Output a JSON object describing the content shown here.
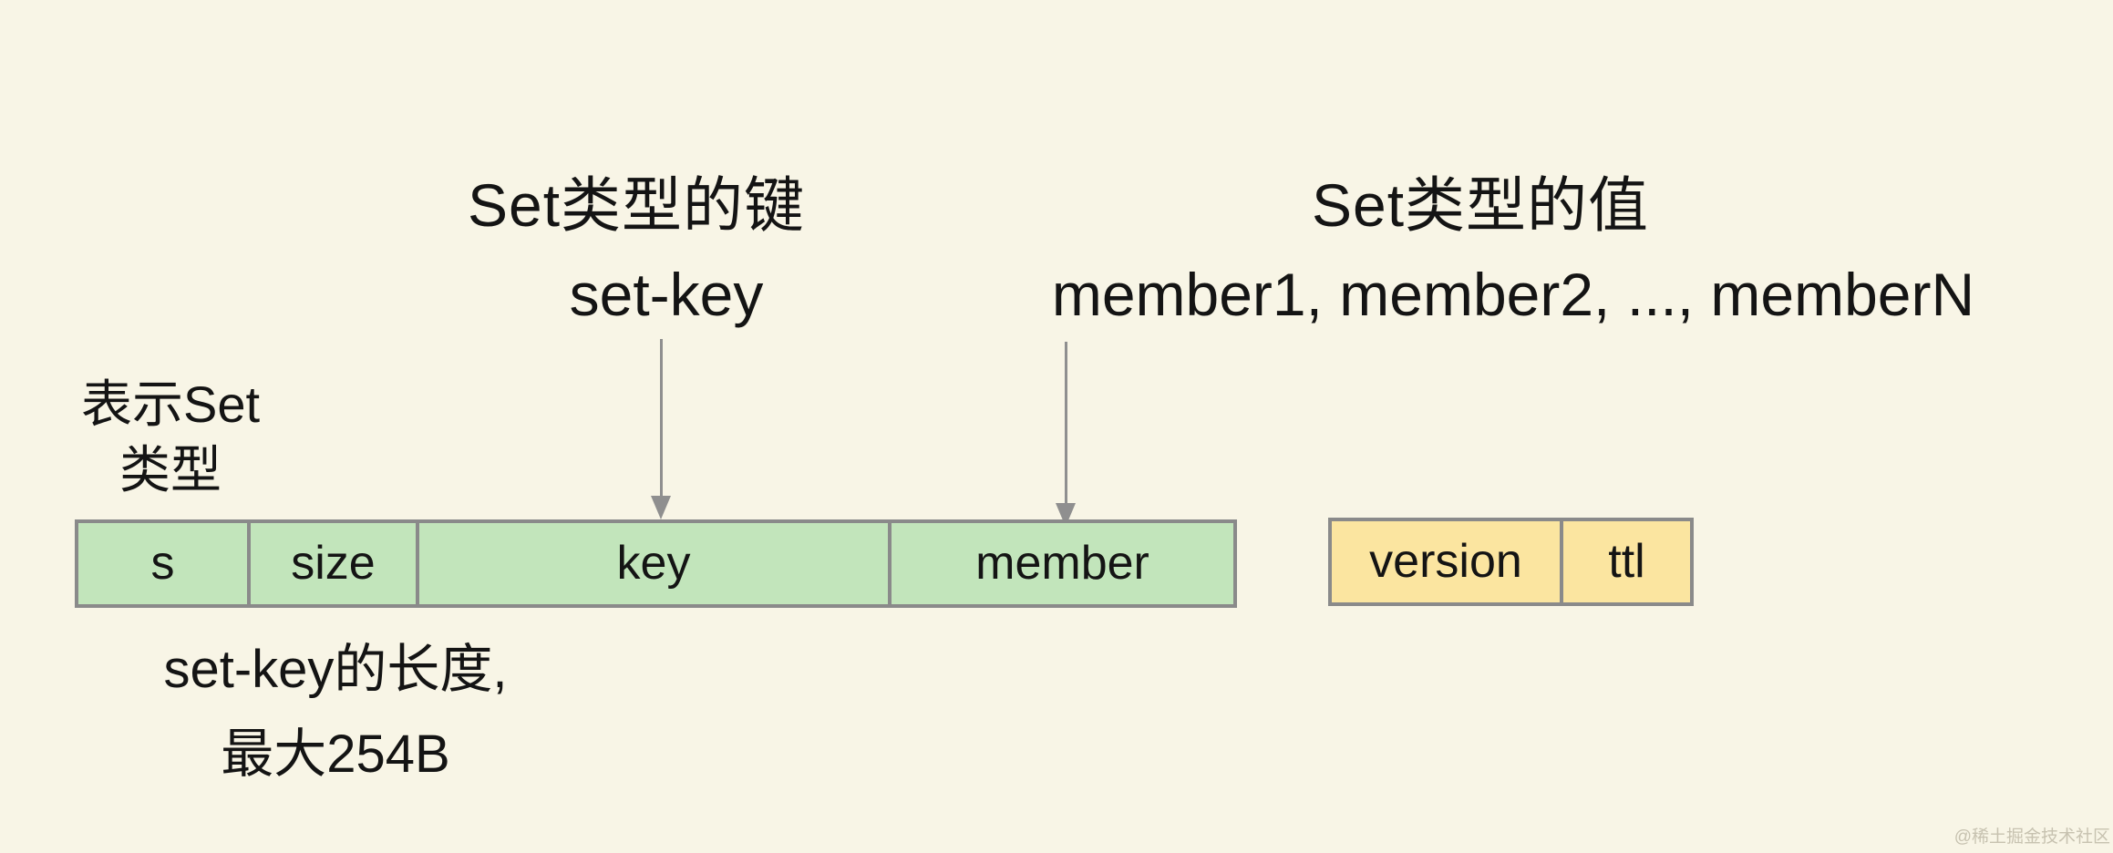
{
  "colors": {
    "background": "#f8f5e6",
    "key_record_fill": "#c2e5bb",
    "value_record_fill": "#fbe5a0",
    "record_border": "#8a8a8a",
    "arrow": "#8f8f8f",
    "text": "#141414",
    "watermark_text": "#c7c2b0"
  },
  "key_annotation": {
    "title": "Set类型的键",
    "value": "set-key"
  },
  "value_annotation": {
    "title": "Set类型的值",
    "value": "member1, member2, ..., memberN"
  },
  "type_label": {
    "line1": "表示Set",
    "line2": "类型"
  },
  "size_note": {
    "line1": "set-key的长度,",
    "line2": "最大254B"
  },
  "key_record": {
    "cells": [
      {
        "label": "s"
      },
      {
        "label": "size"
      },
      {
        "label": "key"
      },
      {
        "label": "member"
      }
    ]
  },
  "value_record": {
    "cells": [
      {
        "label": "version"
      },
      {
        "label": "ttl"
      }
    ]
  },
  "watermark": "@稀土掘金技术社区"
}
